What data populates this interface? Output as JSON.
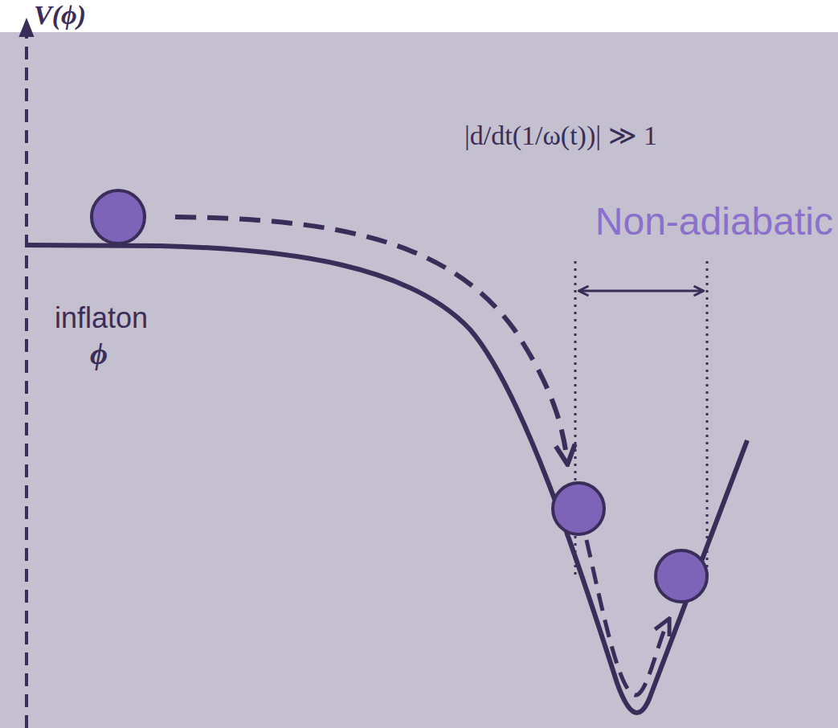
{
  "diagram": {
    "labels": [
      "V(ϕ)",
      "|d/dt(1/ω(t))| ≫ 1",
      "Non-adiabatic",
      "inflaton",
      "ϕ"
    ]
  }
}
